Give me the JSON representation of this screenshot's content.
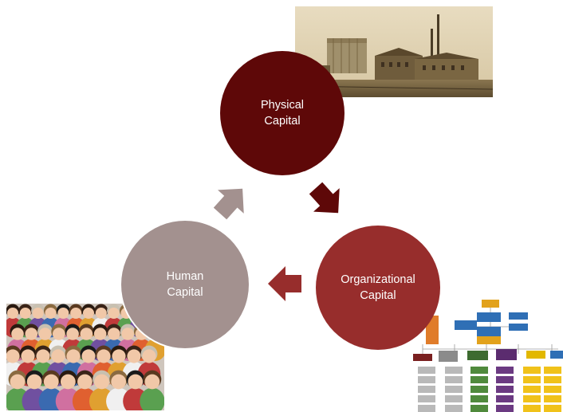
{
  "diagram": {
    "nodes": {
      "physical": {
        "label": "Physical\nCapital",
        "color": "#5e0808"
      },
      "human": {
        "label": "Human\nCapital",
        "color": "#a3918f"
      },
      "organizational": {
        "label": "Organizational\nCapital",
        "color": "#972d2c"
      }
    },
    "cycle": [
      "physical",
      "organizational",
      "human"
    ],
    "arrow_colors": {
      "physical_to_organizational": "#5e0808",
      "organizational_to_human": "#972d2c",
      "human_to_physical": "#a3918f"
    }
  },
  "photos": {
    "factory": {
      "icon": "industrial-factory-photo"
    },
    "crowd": {
      "icon": "crowd-of-people-photo"
    },
    "org_chart": {
      "icon": "organizational-chart-image"
    }
  }
}
